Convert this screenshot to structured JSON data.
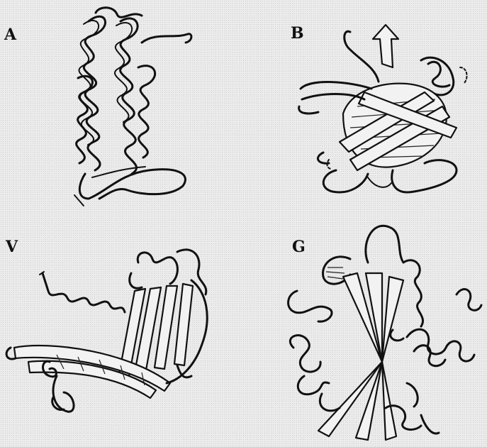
{
  "figure": {
    "panels": [
      {
        "label": "A",
        "icon": "alpha-helix-bundle-protein"
      },
      {
        "label": "B",
        "icon": "beta-barrel-protein"
      },
      {
        "label": "V",
        "icon": "beta-sandwich-protein"
      },
      {
        "label": "G",
        "icon": "alpha-beta-protein"
      }
    ]
  }
}
